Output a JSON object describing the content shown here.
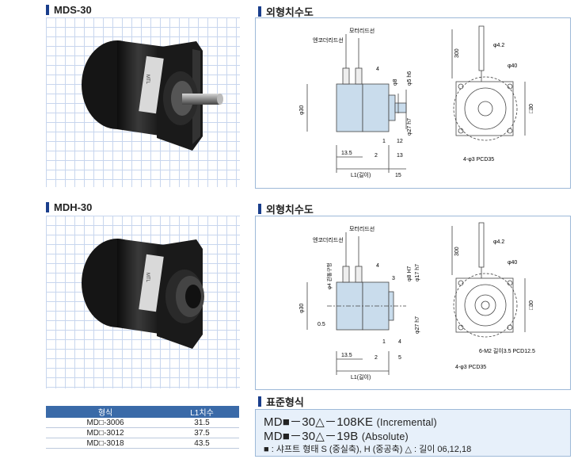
{
  "sections": {
    "mds_title": "MDS-30",
    "mdh_title": "MDH-30",
    "dim_title_1": "외형치수도",
    "dim_title_2": "외형치수도",
    "std_title": "표준형식"
  },
  "drawing1": {
    "labels": {
      "encoder_wire": "엔코더리드선",
      "motor_wire": "모터리드선",
      "l1": "L1(길이)",
      "pcd": "4-φ3 PCD35",
      "shaft_fit": "φ5 h6",
      "phi8": "φ8",
      "phi27": "φ27 h7",
      "phi30": "φ30",
      "phi42": "φ4.2",
      "phi40": "φ40",
      "sq30": "□30",
      "len300": "300"
    },
    "dims": {
      "d4": "4",
      "d135": "13.5",
      "d2": "2",
      "d13": "13",
      "d12": "12",
      "d1": "1",
      "d15": "15"
    }
  },
  "drawing2": {
    "labels": {
      "encoder_wire": "엔코더리드선",
      "motor_wire": "모터리드선",
      "l1": "L1(길이)",
      "pcd": "4-φ3 PCD35",
      "m2": "6-M2 길이3.5 PCD12.5",
      "hole": "φ4 관통구멍",
      "phi8": "φ8 H7",
      "phi17": "φ17 h7",
      "phi27": "φ27 h7",
      "phi30": "φ30",
      "phi42": "φ4.2",
      "phi40": "φ40",
      "sq30": "□30",
      "len300": "300"
    },
    "dims": {
      "d4": "4",
      "d3": "3",
      "d05": "0.5",
      "d135": "13.5",
      "d2": "2",
      "d5": "5",
      "d1": "1",
      "d4b": "4"
    }
  },
  "spec_table": {
    "headers": [
      "형식",
      "L1치수"
    ],
    "rows": [
      [
        "MD□-3006",
        "31.5"
      ],
      [
        "MD□-3012",
        "37.5"
      ],
      [
        "MD□-3018",
        "43.5"
      ]
    ]
  },
  "standard": {
    "line1_model": "MD■－30△－108KE",
    "line1_note": "(Incremental)",
    "line2_model": "MD■－30△－19B",
    "line2_note": "(Absolute)",
    "legend": "■ : 샤프트 형태  S (중실축), H (중공축)   △ : 길이  06,12,18"
  }
}
